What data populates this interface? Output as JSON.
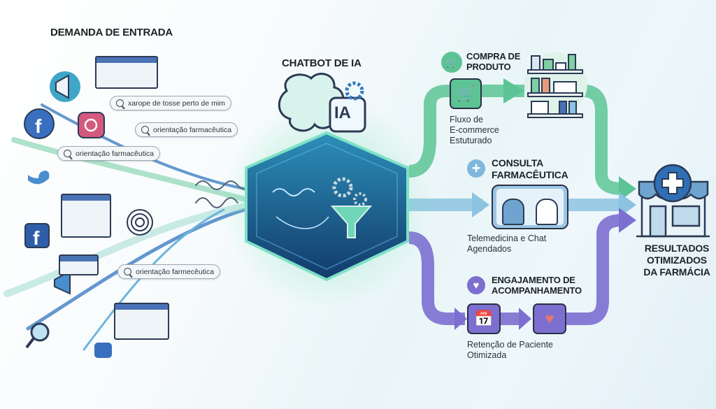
{
  "left": {
    "title": "DEMANDA DE ENTRADA",
    "searches": [
      "xarope de tosse perto de mim",
      "orientação farmacêutica",
      "orientação farmacêutica",
      "orientação farmecêutica"
    ]
  },
  "center": {
    "title": "CHATBOT DE IA",
    "ai_badge": "IA"
  },
  "flows": {
    "purchase": {
      "title_1": "COMPRA DE",
      "title_2": "PRODUTO",
      "desc_1": "Fluxo de",
      "desc_2": "E-commerce",
      "desc_3": "Estuturado",
      "color": "#5cc494"
    },
    "consult": {
      "title_1": "CONSULTA",
      "title_2": "FARMACÊUTICA",
      "desc_1": "Telemedicina e Chat",
      "desc_2": "Agendados",
      "color": "#8cc3e0"
    },
    "engage": {
      "title_1": "ENGAJAMENTO DE",
      "title_2": "ACOMPANHAMENTO",
      "desc_1": "Retenção de Paciente",
      "desc_2": "Otimizada",
      "color": "#7c6fd0"
    }
  },
  "result": {
    "line_1": "RESULTADOS",
    "line_2": "OTIMIZADOS",
    "line_3": "DA FARMÁCIA"
  }
}
